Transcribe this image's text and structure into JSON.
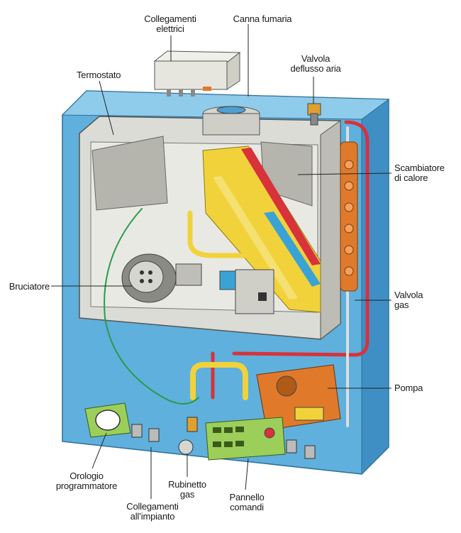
{
  "labels": {
    "collegamenti_elettrici": "Collegamenti\nelettrici",
    "canna_fumaria": "Canna fumaria",
    "valvola_deflusso_aria": "Valvola\ndeflusso aria",
    "termostato": "Termostato",
    "scambiatore_di_calore": "Scambiatore\ndi calore",
    "bruciatore": "Bruciatore",
    "valvola_gas": "Valvola\ngas",
    "pompa": "Pompa",
    "orologio_programmatore": "Orologio\nprogrammatore",
    "collegamenti_impianto": "Collegamenti\nall’impianto",
    "rubinetto_gas": "Rubinetto\ngas",
    "pannello_comandi": "Pannello\ncomandi"
  },
  "colors": {
    "casing_blue": "#5fb0dc",
    "casing_blue_dark": "#3f8fc4",
    "frame_grey": "#c9c9c4",
    "exchanger_yellow": "#f2d23a",
    "pipe_red": "#d8323a",
    "pump_orange": "#e07a2a",
    "panel_green": "#9ccf5a",
    "leader_line": "#222222"
  }
}
